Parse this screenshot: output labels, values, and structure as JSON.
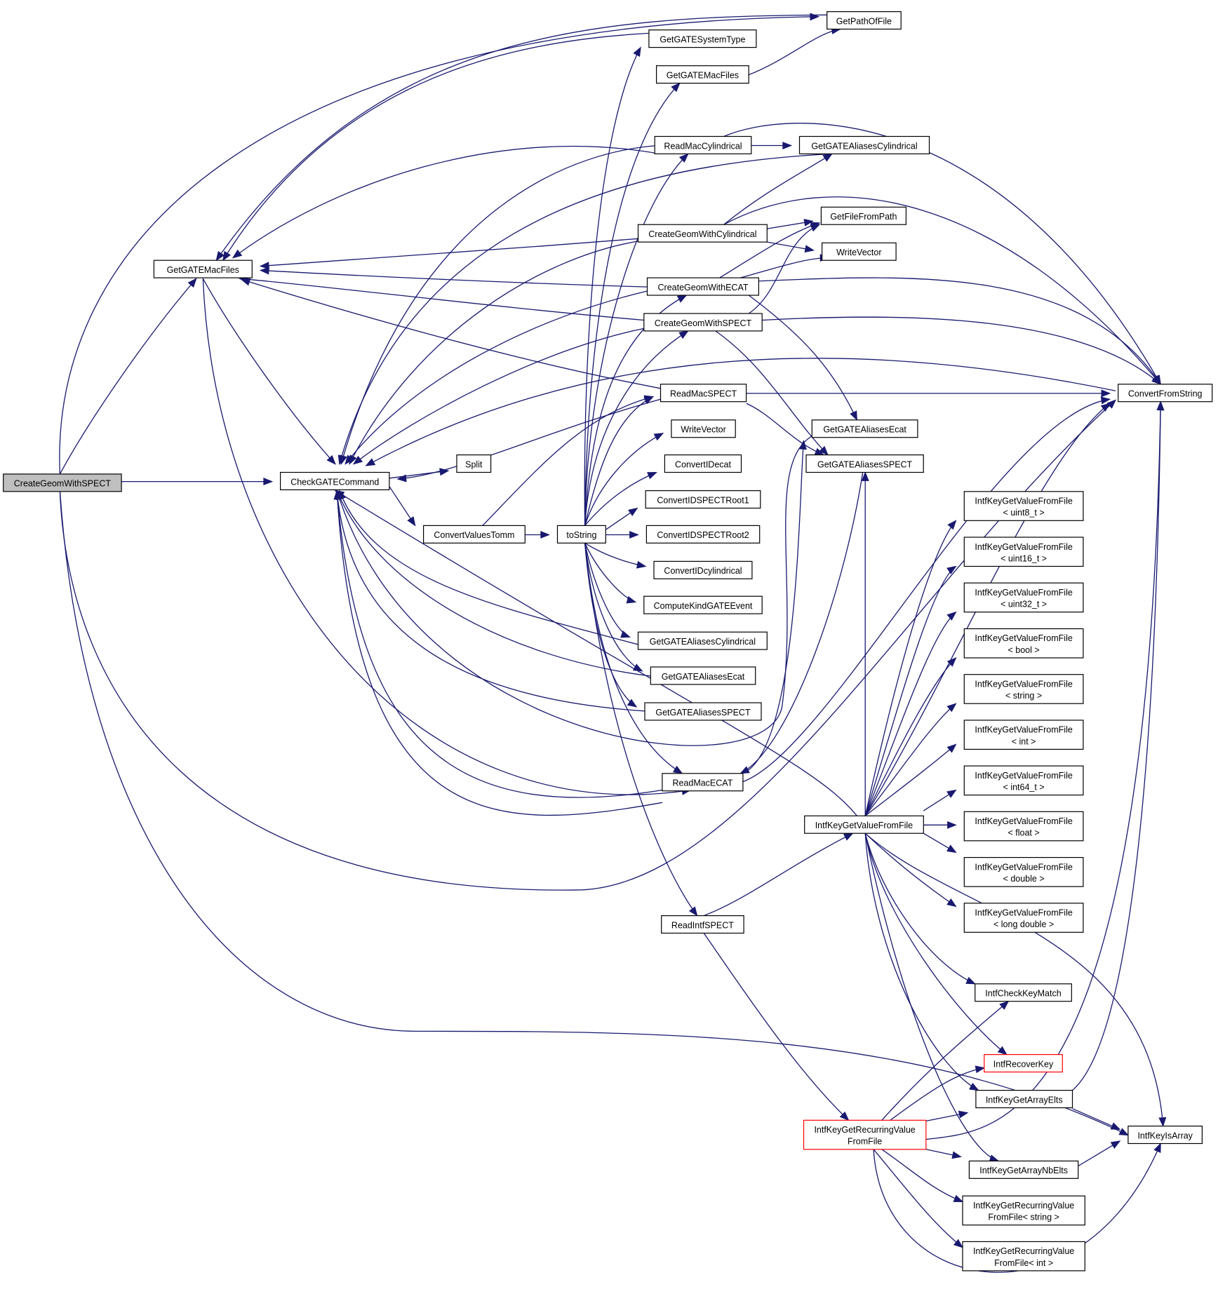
{
  "graph": {
    "nodes": {
      "n_root": "CreateGeomWithSPECT",
      "n_ggmf": "GetGATEMacFiles",
      "n_cgc": "CheckGATECommand",
      "n_split": "Split",
      "n_cvt": "ConvertValuesTomm",
      "n_tostr": "toString",
      "n_gpof": "GetPathOfFile",
      "n_ggst": "GetGATESystemType",
      "n_ggmf2": "GetGATEMacFiles",
      "n_rmcyl": "ReadMacCylindrical",
      "n_gacyl1": "GetGATEAliasesCylindrical",
      "n_gffp": "GetFileFromPath",
      "n_cgcyl": "CreateGeomWithCylindrical",
      "n_wv1": "WriteVector",
      "n_cgecat": "CreateGeomWithECAT",
      "n_cgspect": "CreateGeomWithSPECT",
      "n_rmspect": "ReadMacSPECT",
      "n_cfs": "ConvertFromString",
      "n_wv2": "WriteVector",
      "n_gaecat1": "GetGATEAliasesEcat",
      "n_gaspect1": "GetGATEAliasesSPECT",
      "n_cidecat": "ConvertIDecat",
      "n_cidr1": "ConvertIDSPECTRoot1",
      "n_cidr2": "ConvertIDSPECTRoot2",
      "n_cidcyl": "ConvertIDcylindrical",
      "n_ckge": "ComputeKindGATEEvent",
      "n_gacyl2": "GetGATEAliasesCylindrical",
      "n_gaecat2": "GetGATEAliasesEcat",
      "n_gaspect2": "GetGATEAliasesSPECT",
      "n_rmecat": "ReadMacECAT",
      "n_rispect": "ReadIntfSPECT",
      "n_ikgvf": "IntfKeyGetValueFromFile",
      "n_k_u8": [
        "IntfKeyGetValueFromFile",
        "< uint8_t >"
      ],
      "n_k_u16": [
        "IntfKeyGetValueFromFile",
        "< uint16_t >"
      ],
      "n_k_u32": [
        "IntfKeyGetValueFromFile",
        "< uint32_t >"
      ],
      "n_k_bool": [
        "IntfKeyGetValueFromFile",
        "< bool >"
      ],
      "n_k_str": [
        "IntfKeyGetValueFromFile",
        "< string >"
      ],
      "n_k_int": [
        "IntfKeyGetValueFromFile",
        "< int >"
      ],
      "n_k_i64": [
        "IntfKeyGetValueFromFile",
        "< int64_t >"
      ],
      "n_k_flt": [
        "IntfKeyGetValueFromFile",
        "< float >"
      ],
      "n_k_dbl": [
        "IntfKeyGetValueFromFile",
        "< double >"
      ],
      "n_k_ld": [
        "IntfKeyGetValueFromFile",
        "< long double >"
      ],
      "n_ickm": "IntfCheckKeyMatch",
      "n_irk": "IntfRecoverKey",
      "n_ikgae": "IntfKeyGetArrayElts",
      "n_ikia": "IntfKeyIsArray",
      "n_ikgrv": [
        "IntfKeyGetRecurringValue",
        "FromFile"
      ],
      "n_ikgane": "IntfKeyGetArrayNbElts",
      "n_ikgrv_s": [
        "IntfKeyGetRecurringValue",
        "FromFile< string >"
      ],
      "n_ikgrv_i": [
        "IntfKeyGetRecurringValue",
        "FromFile< int >"
      ]
    },
    "colors": {
      "edge": "#191970",
      "root_fill": "#bfbfbf",
      "node_border": "#000000",
      "truncated_border": "#ff0000"
    }
  }
}
